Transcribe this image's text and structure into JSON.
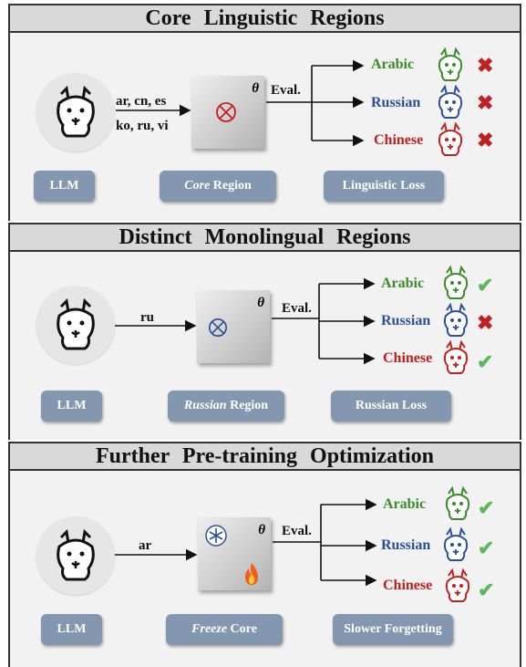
{
  "panels": [
    {
      "title": "Core   Linguistic   Regions",
      "input": [
        "ar, cn, es",
        "ko, ru, vi"
      ],
      "eval": "Eval.",
      "theta": "θ",
      "buttons": {
        "llm": "LLM",
        "region_italic": "Core",
        "region_rest": " Region",
        "loss": "Linguistic Loss"
      },
      "outputs": [
        {
          "lang": "Arabic",
          "color": "#3a8a2a",
          "mark": "✖"
        },
        {
          "lang": "Russian",
          "color": "#2c4f9a",
          "mark": "✖"
        },
        {
          "lang": "Chinese",
          "color": "#c0201f",
          "mark": "✖"
        }
      ]
    },
    {
      "title": "Distinct   Monolingual   Regions",
      "input": [
        "ru"
      ],
      "eval": "Eval.",
      "theta": "θ",
      "buttons": {
        "llm": "LLM",
        "region_italic": "Russian",
        "region_rest": " Region",
        "loss": "Russian Loss"
      },
      "outputs": [
        {
          "lang": "Arabic",
          "color": "#3a8a2a",
          "mark": "✔"
        },
        {
          "lang": "Russian",
          "color": "#2c4f9a",
          "mark": "✖"
        },
        {
          "lang": "Chinese",
          "color": "#c0201f",
          "mark": "✔"
        }
      ]
    },
    {
      "title": "Further   Pre-training   Optimization",
      "input": [
        "ar"
      ],
      "eval": "Eval.",
      "theta": "θ",
      "buttons": {
        "llm": "LLM",
        "region_italic": "Freeze",
        "region_rest": " Core",
        "loss": "Slower Forgetting"
      },
      "outputs": [
        {
          "lang": "Arabic",
          "color": "#3a8a2a",
          "mark": "✔"
        },
        {
          "lang": "Russian",
          "color": "#2c4f9a",
          "mark": "✔"
        },
        {
          "lang": "Chinese",
          "color": "#c0201f",
          "mark": "✔"
        }
      ]
    }
  ]
}
